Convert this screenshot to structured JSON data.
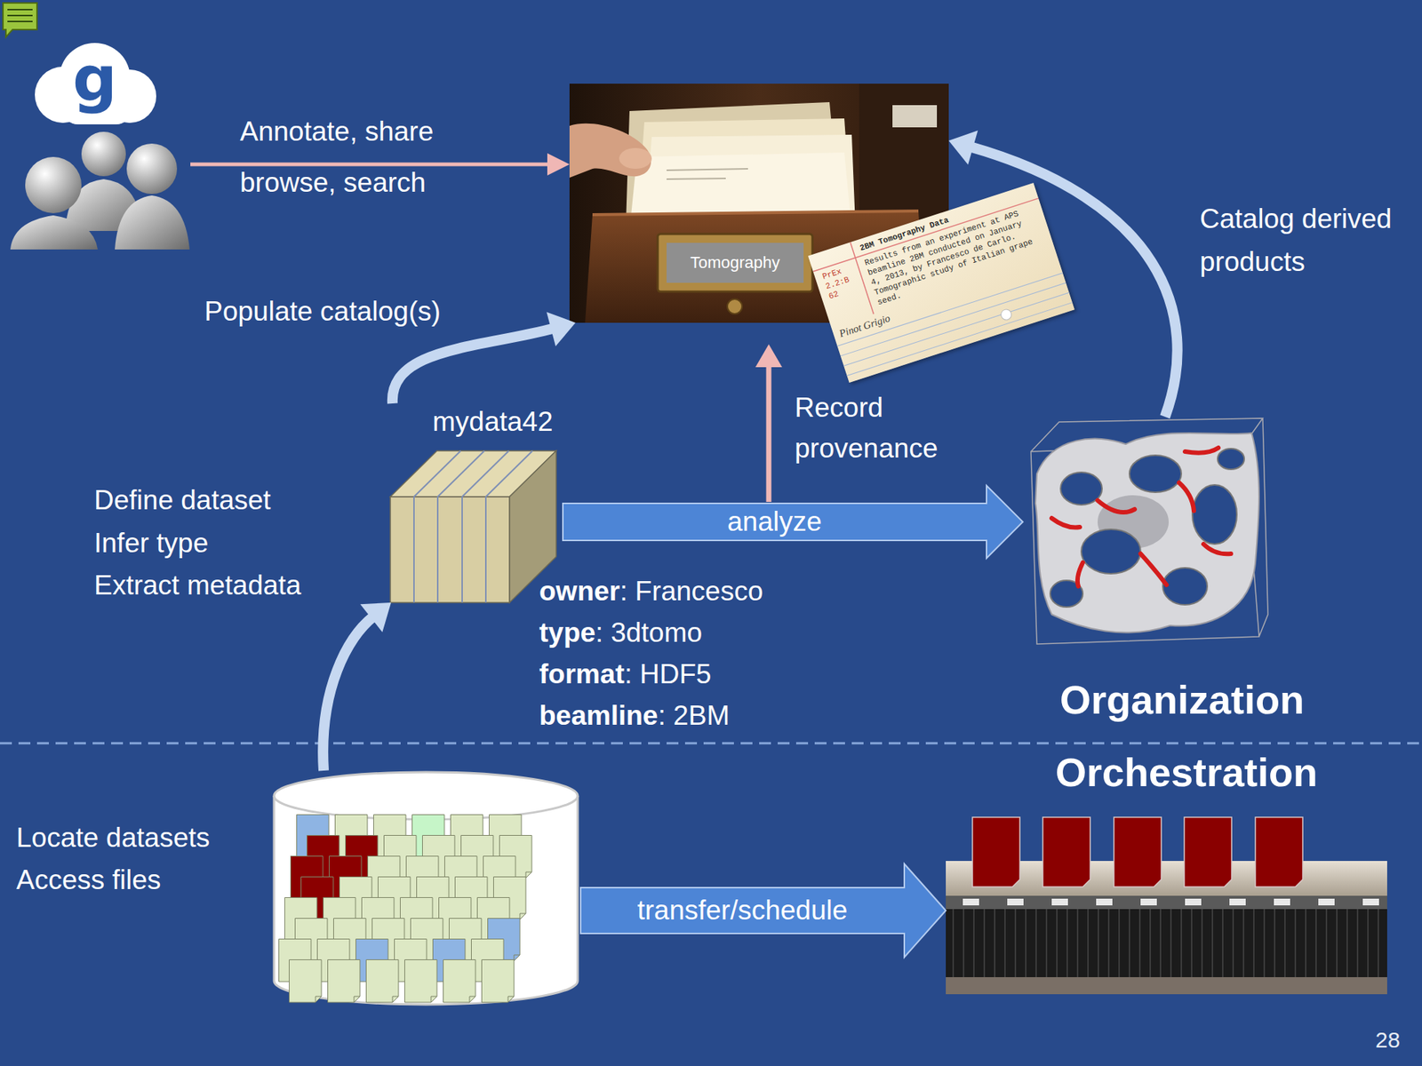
{
  "diagram": {
    "nodes": [
      {
        "text": [
          "g"
        ]
      },
      {
        "text": [
          "Tomography"
        ]
      },
      {
        "text": [
          "2BM Tomography Data",
          "Results from an experiment at APS beamline 2BM conducted on January 4, 2013, by Francesco de Carlo. Tomographic study of Italian grape seed.",
          "PrEx 2.2:B 62",
          "Pinot Grigio"
        ]
      },
      {
        "text": [
          "mydata42",
          "Define dataset",
          "Infer type",
          "Extract metadata"
        ]
      },
      {
        "text": [
          "Organization"
        ]
      },
      {
        "text": [
          "Locate datasets",
          "Access files"
        ]
      },
      {
        "text": [
          "Orchestration"
        ]
      }
    ],
    "edges": [
      {
        "from": 0,
        "to": 1,
        "arrow": "to",
        "label": "Annotate, share"
      },
      {
        "from": 3,
        "to": 1,
        "arrow": "to",
        "label": "Populate catalog(s)"
      },
      {
        "from": 3,
        "to": 4,
        "arrow": "to",
        "label": "analyze"
      },
      {
        "from": 4,
        "to": 1,
        "arrow": "to",
        "label": "Catalog derived products"
      },
      {
        "from": 5,
        "to": 3,
        "arrow": "to"
      },
      {
        "from": 5,
        "to": 6,
        "arrow": "to",
        "label": "transfer/schedule"
      }
    ],
    "labels": [
      "browse, search",
      "Record provenance",
      "owner: Francesco",
      "type: 3dtomo",
      "format: HDF5",
      "beamline: 2BM",
      "28"
    ]
  }
}
